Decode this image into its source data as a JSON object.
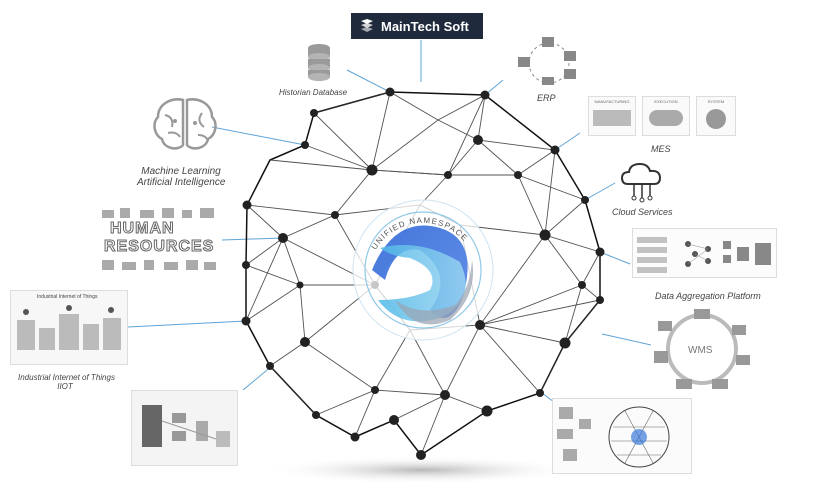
{
  "brand": {
    "name": "MainTech Soft"
  },
  "hub": {
    "label": "UNIFIED NAMESPACE"
  },
  "nodes": {
    "historian": "Historian Database",
    "erp": "ERP",
    "ml_line1": "Machine Learning",
    "ml_line2": "Artificial Intelligence",
    "mes": "MES",
    "mes_mfg": "MANUFACTURING",
    "mes_exec": "EXECUTION",
    "mes_sys": "SYSTEM",
    "cloud": "Cloud Services",
    "hr_line1": "HUMAN",
    "hr_line2": "RESOURCES",
    "data_agg": "Data Aggregation Platform",
    "iiot_box_title": "Industrial Internet of Things",
    "iiot_line1": "Industrial Internet of Things",
    "iiot_line2": "IIOT",
    "wms": "WMS"
  }
}
